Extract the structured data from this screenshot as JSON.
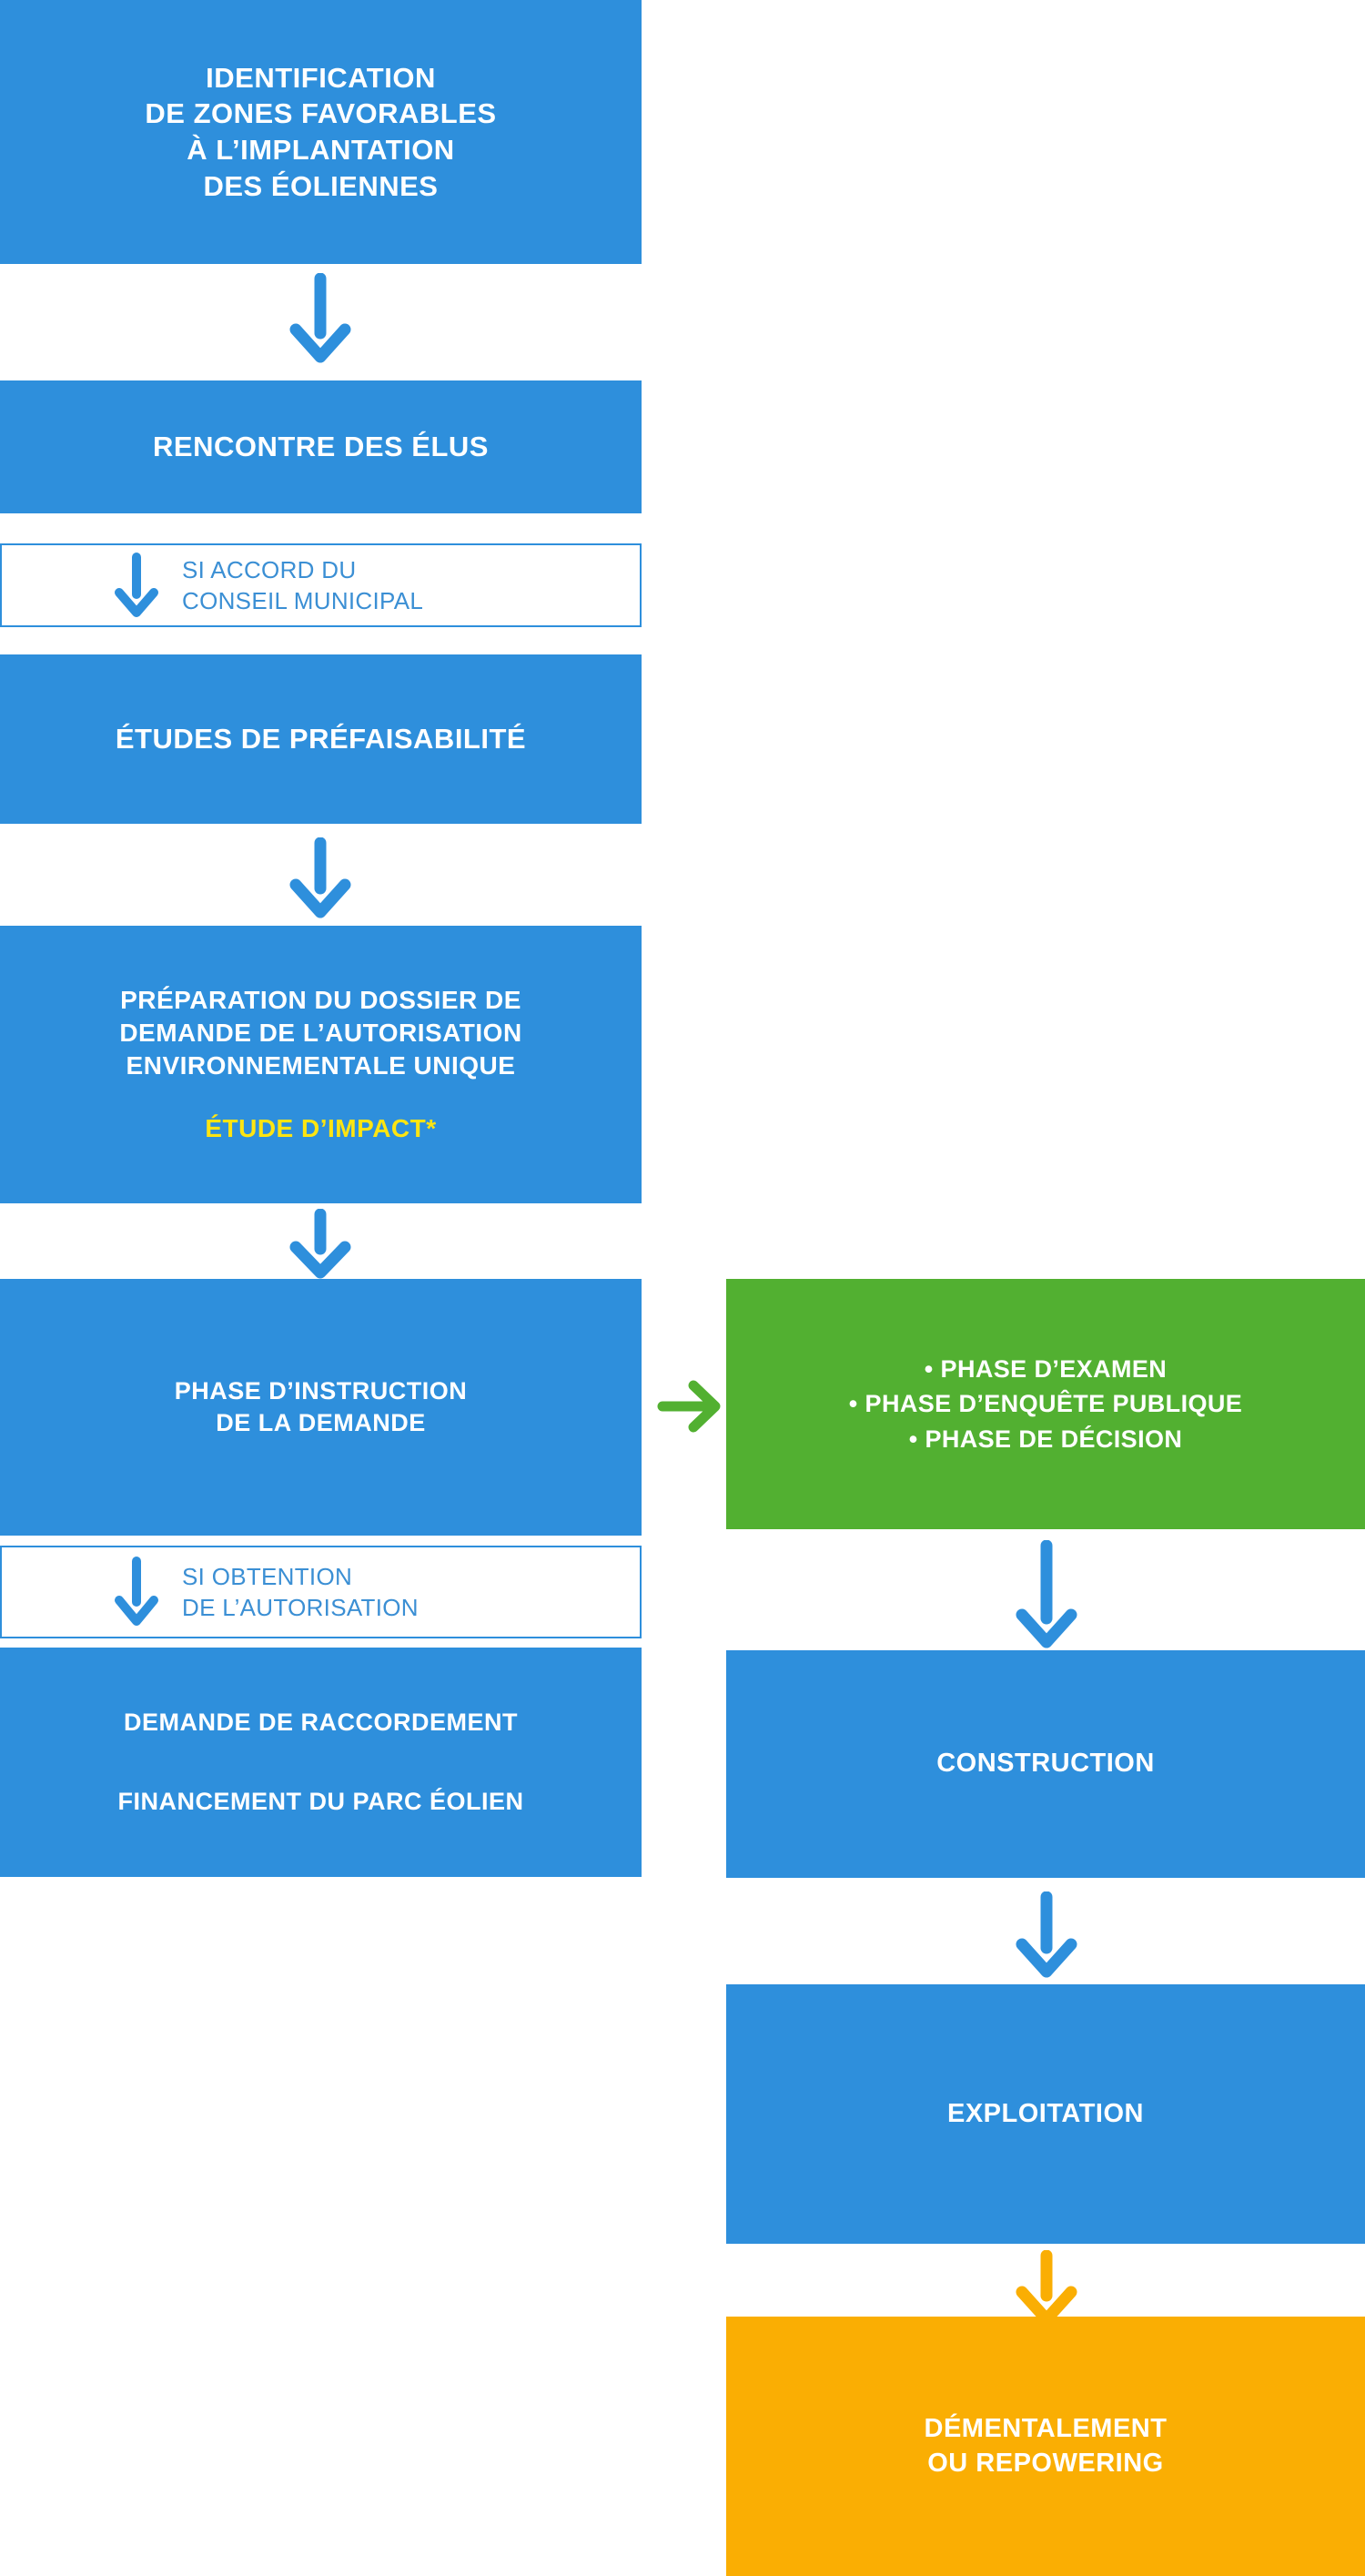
{
  "diagram": {
    "title_semantic": "wind-farm-project-development-flowchart",
    "colors": {
      "blue": "#2e8fdc",
      "green": "#52b031",
      "orange": "#faae03",
      "yellow_text": "#ffe511",
      "white": "#ffffff"
    },
    "left_column": {
      "step_identification": {
        "label": "IDENTIFICATION\nDE ZONES FAVORABLES\nÀ L’IMPLANTATION\nDES ÉOLIENNES"
      },
      "step_rencontre": {
        "label": "RENCONTRE DES ÉLUS"
      },
      "condition_accord": {
        "label": "SI ACCORD DU\nCONSEIL MUNICIPAL",
        "icon": "arrow-down-icon"
      },
      "step_prefaisabilite": {
        "label": "ÉTUDES DE PRÉFAISABILITÉ"
      },
      "step_preparation": {
        "label": "PRÉPARATION DU DOSSIER DE\nDEMANDE DE L’AUTORISATION\nENVIRONNEMENTALE UNIQUE",
        "accent": "ÉTUDE D’IMPACT*"
      },
      "step_instruction": {
        "label": "PHASE D’INSTRUCTION\nDE LA DEMANDE"
      },
      "condition_obtention": {
        "label": "SI OBTENTION\nDE L’AUTORISATION",
        "icon": "arrow-down-icon"
      },
      "step_raccordement": {
        "line1": "DEMANDE DE RACCORDEMENT",
        "line2": "FINANCEMENT DU PARC ÉOLIEN"
      }
    },
    "right_column": {
      "step_phases": {
        "items": [
          "• PHASE D’EXAMEN",
          "• PHASE D’ENQUÊTE PUBLIQUE",
          "• PHASE DE DÉCISION"
        ]
      },
      "step_construction": {
        "label": "CONSTRUCTION"
      },
      "step_exploitation": {
        "label": "EXPLOITATION"
      },
      "step_demantelement": {
        "label": "DÉMENTALEMENT\nOU REPOWERING"
      }
    },
    "connectors": [
      {
        "name": "arrow-identification-to-rencontre",
        "direction": "down",
        "color": "#2e8fdc"
      },
      {
        "name": "arrow-prefaisabilite-to-preparation",
        "direction": "down",
        "color": "#2e8fdc"
      },
      {
        "name": "arrow-preparation-to-instruction",
        "direction": "down",
        "color": "#2e8fdc"
      },
      {
        "name": "arrow-instruction-to-phases",
        "direction": "right",
        "color": "#52b031"
      },
      {
        "name": "arrow-phases-to-construction",
        "direction": "down",
        "color": "#2e8fdc"
      },
      {
        "name": "arrow-construction-to-exploitation",
        "direction": "down",
        "color": "#2e8fdc"
      },
      {
        "name": "arrow-exploitation-to-demantelement",
        "direction": "down",
        "color": "#faae03"
      }
    ]
  }
}
